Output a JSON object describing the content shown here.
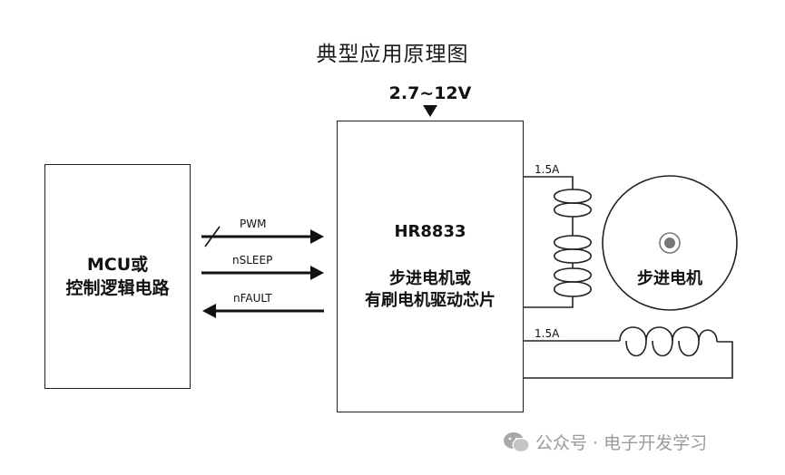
{
  "title": "典型应用原理图",
  "supply_voltage": "2.7~12V",
  "mcu_block": {
    "line1": "MCU或",
    "line2": "控制逻辑电路"
  },
  "driver_block": {
    "part_number": "HR8833",
    "line1": "步进电机或",
    "line2": "有刷电机驱动芯片"
  },
  "signals": [
    {
      "label": "PWM",
      "direction": "to-driver"
    },
    {
      "label": "nSLEEP",
      "direction": "to-driver"
    },
    {
      "label": "nFAULT",
      "direction": "to-mcu"
    }
  ],
  "coil_currents": [
    "1.5A",
    "1.5A"
  ],
  "motor_label": "步进电机",
  "watermark": {
    "text": "公众号 · 电子开发学习",
    "icon": "wechat-icon"
  }
}
